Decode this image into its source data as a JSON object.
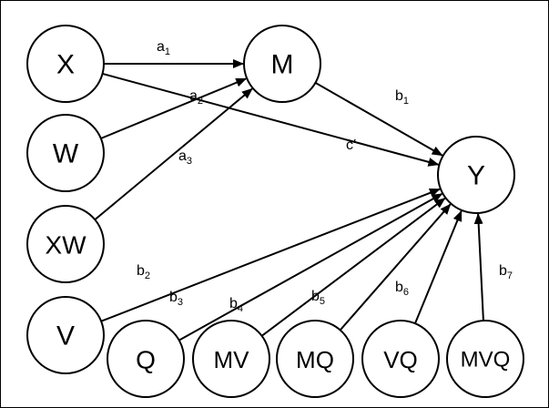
{
  "nodes": [
    {
      "id": "X",
      "label": "X"
    },
    {
      "id": "W",
      "label": "W"
    },
    {
      "id": "XW",
      "label": "XW"
    },
    {
      "id": "V",
      "label": "V"
    },
    {
      "id": "M",
      "label": "M"
    },
    {
      "id": "Y",
      "label": "Y"
    },
    {
      "id": "Q",
      "label": "Q"
    },
    {
      "id": "MV",
      "label": "MV"
    },
    {
      "id": "MQ",
      "label": "MQ"
    },
    {
      "id": "VQ",
      "label": "VQ"
    },
    {
      "id": "MVQ",
      "label": "MVQ"
    }
  ],
  "edges": [
    {
      "from": "X",
      "to": "M",
      "label": "a",
      "sub": "1"
    },
    {
      "from": "W",
      "to": "M",
      "label": "a",
      "sub": "2"
    },
    {
      "from": "XW",
      "to": "M",
      "label": "a",
      "sub": "3"
    },
    {
      "from": "M",
      "to": "Y",
      "label": "b",
      "sub": "1"
    },
    {
      "from": "X",
      "to": "Y",
      "label": "c′",
      "sub": ""
    },
    {
      "from": "V",
      "to": "Y",
      "label": "b",
      "sub": "2"
    },
    {
      "from": "Q",
      "to": "Y",
      "label": "b",
      "sub": "3"
    },
    {
      "from": "MV",
      "to": "Y",
      "label": "b",
      "sub": "4"
    },
    {
      "from": "MQ",
      "to": "Y",
      "label": "b",
      "sub": "5"
    },
    {
      "from": "VQ",
      "to": "Y",
      "label": "b",
      "sub": "6"
    },
    {
      "from": "MVQ",
      "to": "Y",
      "label": "b",
      "sub": "7"
    }
  ]
}
